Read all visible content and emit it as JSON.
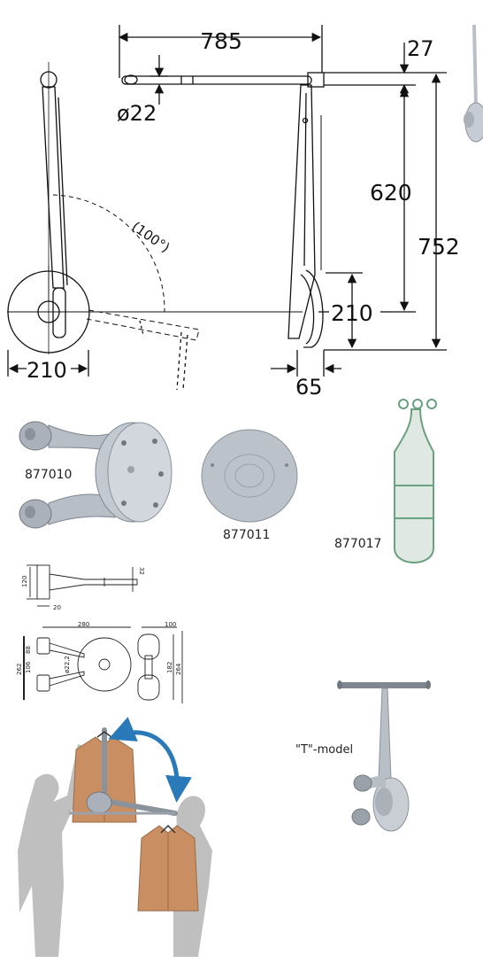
{
  "main_drawing": {
    "dims": {
      "width_785": "785",
      "diameter": "ø22",
      "top_27": "27",
      "height_620": "620",
      "height_752": "752",
      "height_210_right": "210",
      "width_65": "65",
      "width_210_left": "210",
      "angle": "(100°)"
    }
  },
  "parts": {
    "part1": "877010",
    "part2": "877011",
    "part3": "877017"
  },
  "small_drawings": {
    "side": {
      "d1": "120",
      "d2": "20",
      "d3": "32"
    },
    "plan": {
      "d1": "280",
      "d2": "262",
      "d3": "106",
      "d4": "88",
      "d5": "ø22,2",
      "d6": "100",
      "d7": "182",
      "d8": "264"
    }
  },
  "t_model_label": "\"T\"-model",
  "colors": {
    "line": "#111111",
    "metal": "#b9bfc7",
    "metal_dark": "#7e868f",
    "jacket": "#c98f62",
    "person": "#bfbfbf",
    "arrow": "#2a79b8"
  }
}
